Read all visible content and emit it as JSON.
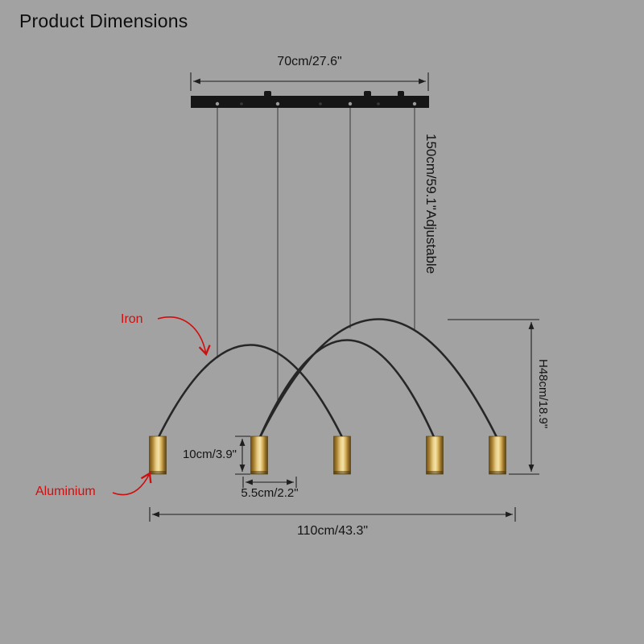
{
  "title": "Product Dimensions",
  "dimensions": {
    "canopy_width": "70cm/27.6\"",
    "cable_length": "150cm/59.1\"Adjustable",
    "arc_height": "H48cm/18.9\"",
    "shade_height": "10cm/3.9\"",
    "shade_width": "5.5cm/2.2\"",
    "overall_width": "110cm/43.3\""
  },
  "materials": {
    "arc": "Iron",
    "shade": "Aluminium"
  },
  "colors": {
    "background": "#a2a2a2",
    "line": "#1e1e1e",
    "annotation_red": "#cf0f0f",
    "gold_light": "#f4e3a8",
    "gold_dark": "#5f4614"
  }
}
